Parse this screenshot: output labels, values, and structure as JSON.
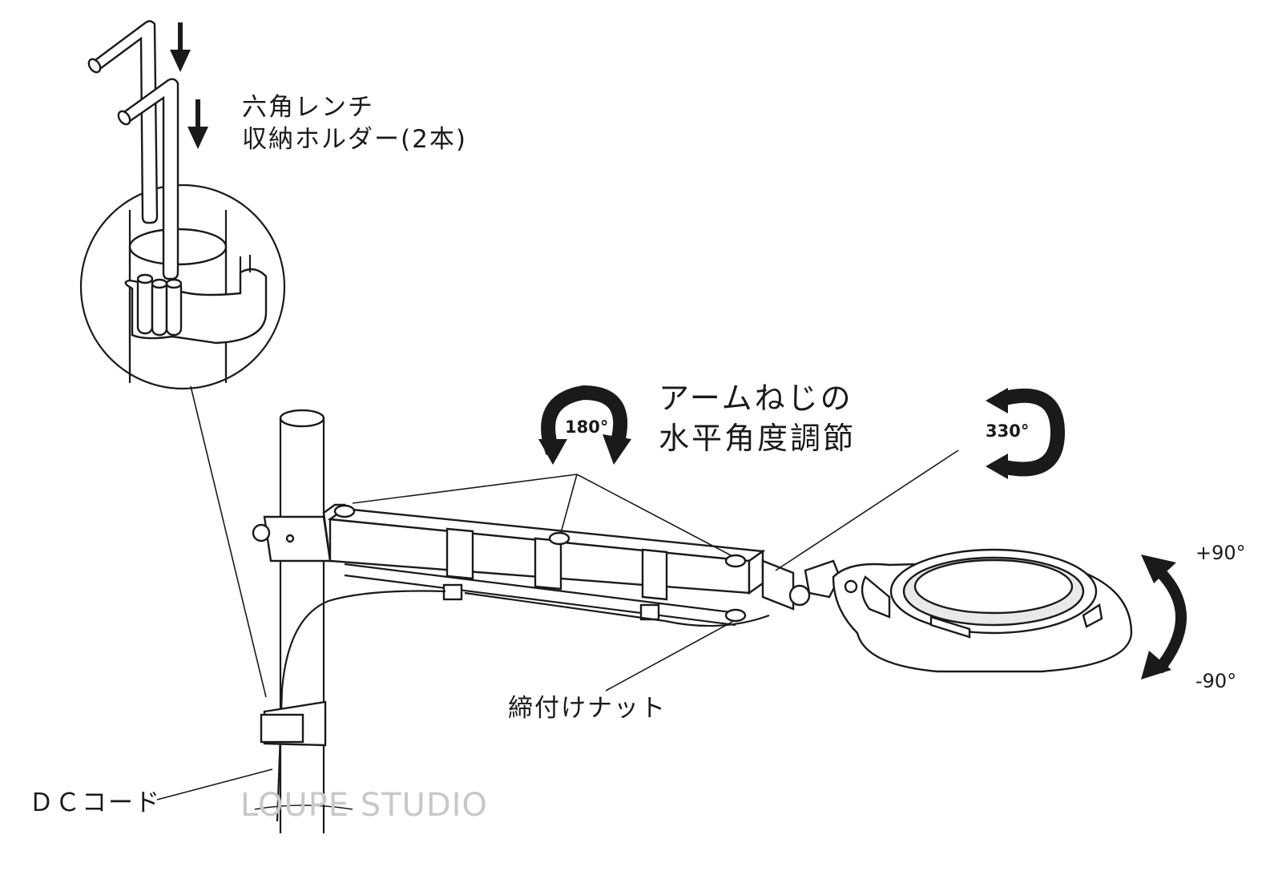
{
  "labels": {
    "hex_wrench_line1": "六角レンチ",
    "hex_wrench_line2": "収納ホルダー(2本)",
    "arm_screw_line1": "アームねじの",
    "arm_screw_line2": "水平角度調節",
    "rotate_180": "180°",
    "rotate_330": "330°",
    "tilt_plus": "+90°",
    "tilt_minus": "-90°",
    "tightening_nut": "締付けナット",
    "dc_cord": "ＤＣコード"
  },
  "watermark": "LOUPE STUDIO",
  "colors": {
    "ink": "#1a1a1a",
    "background": "#ffffff",
    "watermark": "#c8c8c8"
  }
}
